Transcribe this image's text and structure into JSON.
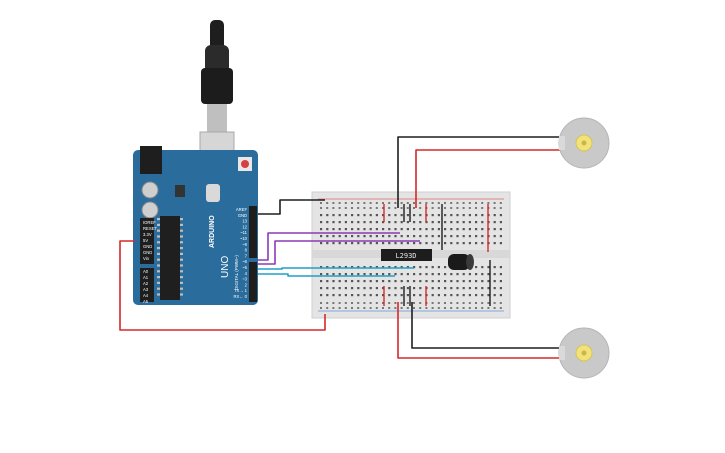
{
  "arduino": {
    "brand_text": "ARDUINO",
    "model_text": "UNO",
    "digital_header_text": "DIGITAL (PWM~)",
    "power_pins": [
      "IOREF",
      "RESET",
      "3.3V",
      "5V",
      "GND",
      "GND",
      "Vin"
    ],
    "analog_pins": [
      "A0",
      "A1",
      "A2",
      "A3",
      "A4",
      "A5"
    ],
    "digital_pins": [
      "AREF",
      "GND",
      "13",
      "12",
      "~11",
      "~10",
      "~9",
      "8",
      "7",
      "~6",
      "~5",
      "4",
      "~3",
      "2",
      "TX→ 1",
      "RX← 0"
    ]
  },
  "chip": {
    "label": "L293D"
  },
  "colors": {
    "board": "#2a6c9c",
    "wire_red": "#d42a2a",
    "wire_black": "#1f1f1f",
    "wire_purple": "#8c3ab8",
    "wire_teal": "#1fa0c8",
    "breadboard": "#e4e4e4",
    "motor_body": "#c9c9c9",
    "motor_shaft": "#f1e27a"
  },
  "icons": {
    "usb_cable": "usb-cable-icon",
    "motor_top": "dc-motor-icon",
    "motor_bottom": "dc-motor-icon",
    "capacitor": "capacitor-icon"
  }
}
